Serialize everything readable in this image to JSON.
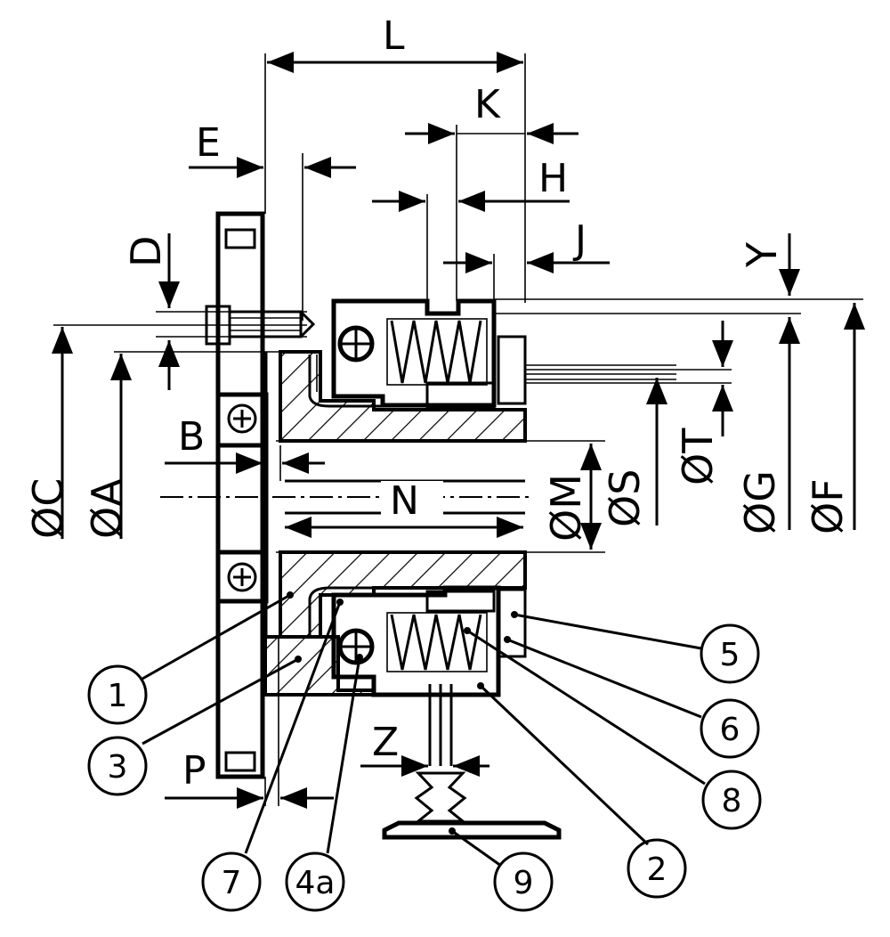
{
  "dimensions": {
    "L": "L",
    "K": "K",
    "E": "E",
    "H": "H",
    "J": "J",
    "D": "D",
    "Y": "Y",
    "B": "B",
    "N": "N",
    "P": "P",
    "Z": "Z",
    "C": "ØC",
    "A": "ØA",
    "M": "ØM",
    "S": "ØS",
    "T": "ØT",
    "G": "ØG",
    "F": "ØF"
  },
  "callouts": [
    "1",
    "2",
    "3",
    "4a",
    "5",
    "6",
    "7",
    "8",
    "9"
  ]
}
